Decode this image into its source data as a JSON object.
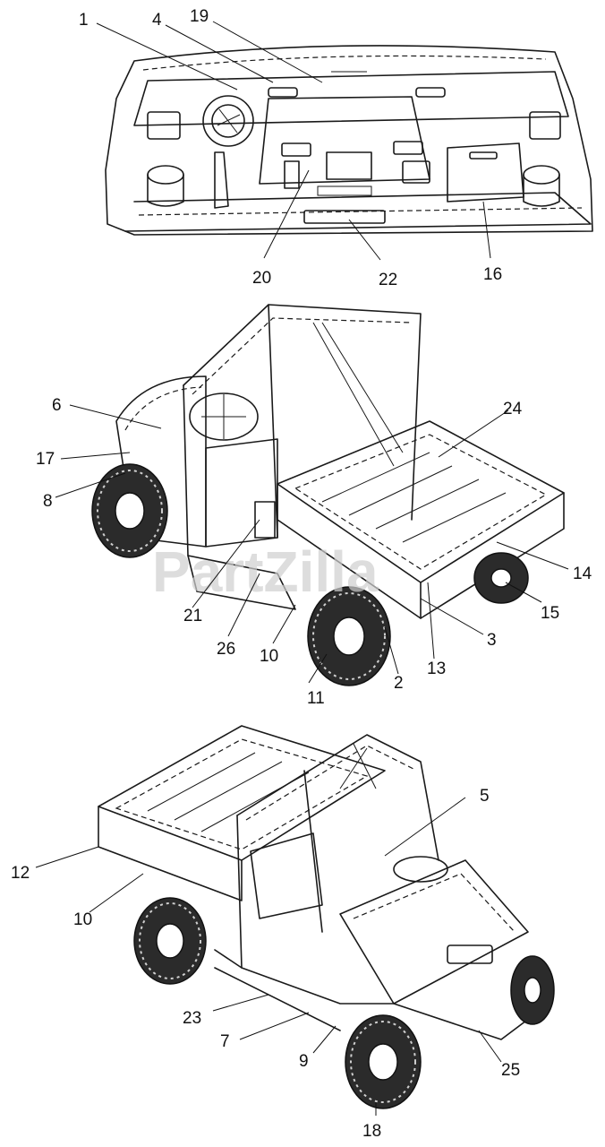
{
  "watermark": "PartZilla",
  "callouts": [
    "1",
    "2",
    "3",
    "4",
    "5",
    "6",
    "7",
    "8",
    "9",
    "10",
    "10",
    "11",
    "12",
    "13",
    "14",
    "15",
    "16",
    "17",
    "18",
    "19",
    "20",
    "21",
    "22",
    "23",
    "24",
    "25",
    "26"
  ]
}
